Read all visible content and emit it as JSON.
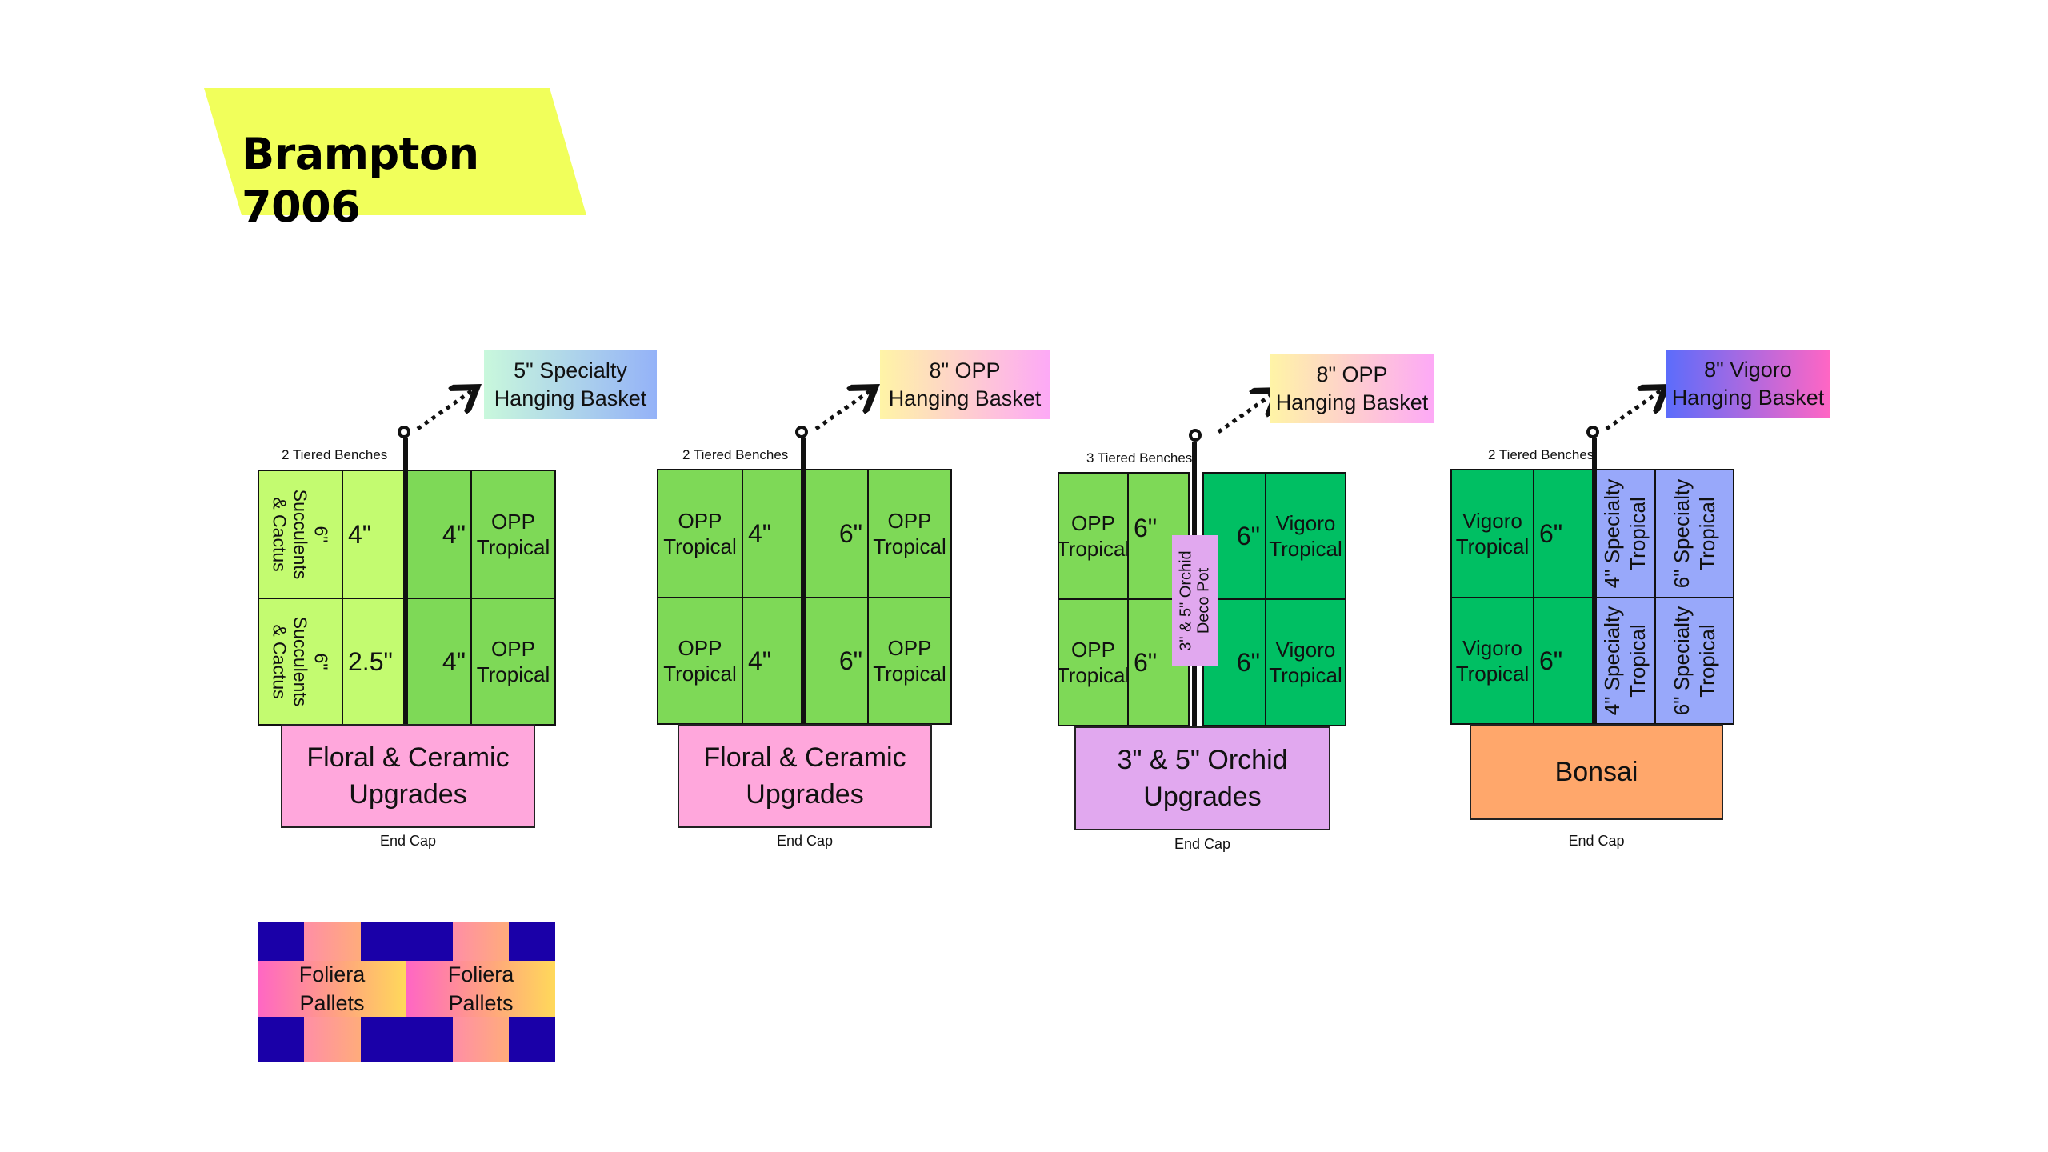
{
  "title": "Brampton 7006",
  "colors": {
    "banner": "#f1ff5b",
    "bench_light_green": "#c3fb70",
    "bench_green": "#7ed957",
    "bench_dark_green": "#00bf63",
    "bench_blue": "#98a8fa",
    "endcap_pink": "#ffa7dc",
    "endcap_purple": "#e1a8ef",
    "endcap_orange": "#ffa76b",
    "pallet_navy": "#1a00a8"
  },
  "sections": [
    {
      "tier_label": "2 Tiered Benches",
      "hanging_basket": {
        "line1": "5\" Specialty",
        "line2": "Hanging Basket"
      },
      "left_cells": [
        {
          "product": "6\" Succulents & Cactus",
          "size": "4\""
        },
        {
          "product": "6\" Succulents & Cactus",
          "size": "2.5\""
        }
      ],
      "right_cells": [
        {
          "size": "4\"",
          "product_line1": "OPP",
          "product_line2": "Tropical"
        },
        {
          "size": "4\"",
          "product_line1": "OPP",
          "product_line2": "Tropical"
        }
      ],
      "end_cap": {
        "line1": "Floral & Ceramic",
        "line2": "Upgrades",
        "label": "End Cap"
      }
    },
    {
      "tier_label": "2 Tiered Benches",
      "hanging_basket": {
        "line1": "8\" OPP",
        "line2": "Hanging Basket"
      },
      "left_cells": [
        {
          "product_line1": "OPP",
          "product_line2": "Tropical",
          "size": "4\""
        },
        {
          "product_line1": "OPP",
          "product_line2": "Tropical",
          "size": "4\""
        }
      ],
      "right_cells": [
        {
          "size": "6\"",
          "product_line1": "OPP",
          "product_line2": "Tropical"
        },
        {
          "size": "6\"",
          "product_line1": "OPP",
          "product_line2": "Tropical"
        }
      ],
      "end_cap": {
        "line1": "Floral & Ceramic",
        "line2": "Upgrades",
        "label": "End Cap"
      }
    },
    {
      "tier_label": "3 Tiered Benches",
      "hanging_basket": {
        "line1": "8\" OPP",
        "line2": "Hanging Basket"
      },
      "left_cells": [
        {
          "product_line1": "OPP",
          "product_line2": "Tropical",
          "size": "6\""
        },
        {
          "product_line1": "OPP",
          "product_line2": "Tropical",
          "size": "6\""
        }
      ],
      "center_display": {
        "line1": "3\" & 5\" Orchid",
        "line2": "Deco Pot"
      },
      "right_cells": [
        {
          "size": "6\"",
          "product_line1": "Vigoro",
          "product_line2": "Tropical"
        },
        {
          "size": "6\"",
          "product_line1": "Vigoro",
          "product_line2": "Tropical"
        }
      ],
      "end_cap": {
        "line1": "3\" & 5\" Orchid",
        "line2": "Upgrades",
        "label": "End Cap"
      }
    },
    {
      "tier_label": "2 Tiered Benches",
      "hanging_basket": {
        "line1": "8\" Vigoro",
        "line2": "Hanging Basket"
      },
      "left_cells": [
        {
          "product_line1": "Vigoro",
          "product_line2": "Tropical",
          "size": "6\""
        },
        {
          "product_line1": "Vigoro",
          "product_line2": "Tropical",
          "size": "6\""
        }
      ],
      "right_cells": [
        {
          "a_line1": "4\" Specialty",
          "a_line2": "Tropical",
          "b_line1": "6\" Specialty",
          "b_line2": "Tropical"
        },
        {
          "a_line1": "4\" Specialty",
          "a_line2": "Tropical",
          "b_line1": "6\" Specialty",
          "b_line2": "Tropical"
        }
      ],
      "end_cap": {
        "line1": "Bonsai",
        "label": "End Cap"
      }
    }
  ],
  "pallets": [
    {
      "line1": "Foliera",
      "line2": "Pallets"
    },
    {
      "line1": "Foliera",
      "line2": "Pallets"
    }
  ],
  "icons": {
    "spine_marker": "circle-pin-icon",
    "basket_pointer": "dotted-arrow-icon"
  }
}
